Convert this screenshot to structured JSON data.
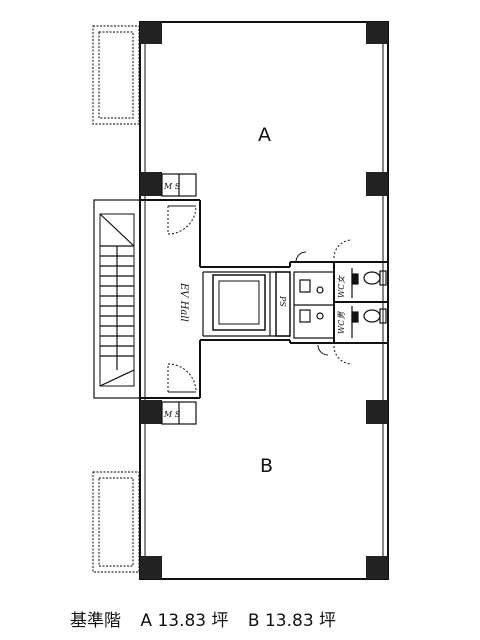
{
  "rooms": {
    "a": "A",
    "b": "B"
  },
  "labels": {
    "ms_top": "M S",
    "ms_bottom": "M S",
    "ev_hall": "EV Hall",
    "ps": "PS",
    "wc_women": "WC女",
    "wc_men": "WC男"
  },
  "caption": {
    "floor": "基準階",
    "area_a": "A 13.83 坪",
    "area_b": "B 13.83 坪"
  }
}
